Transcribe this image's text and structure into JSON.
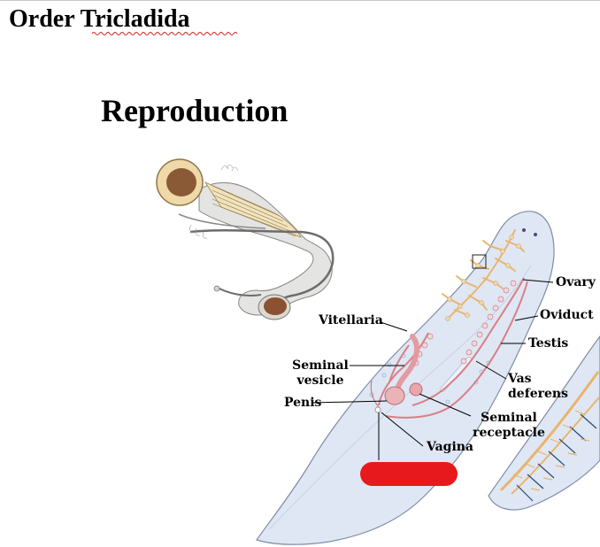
{
  "document": {
    "title": "Order Tricladida",
    "heading": "Reproduction"
  },
  "diagram": {
    "labels": {
      "ovary": "Ovary",
      "oviduct": "Oviduct",
      "testis": "Testis",
      "vitellaria": "Vitellaria",
      "seminal_vesicle_1": "Seminal",
      "seminal_vesicle_2": "vesicle",
      "vas_deferens_1": "Vas",
      "vas_deferens_2": "deferens",
      "penis": "Penis",
      "seminal_receptacle_1": "Seminal",
      "seminal_receptacle_2": "receptacle",
      "vagina": "Vagina"
    },
    "colors": {
      "body_fill": "#dfe7f4",
      "body_outline": "#7f8ca6",
      "reproductive_tract": "#d97f86",
      "vitellaria": "#e9b46d",
      "redaction": "#e8191c"
    }
  }
}
